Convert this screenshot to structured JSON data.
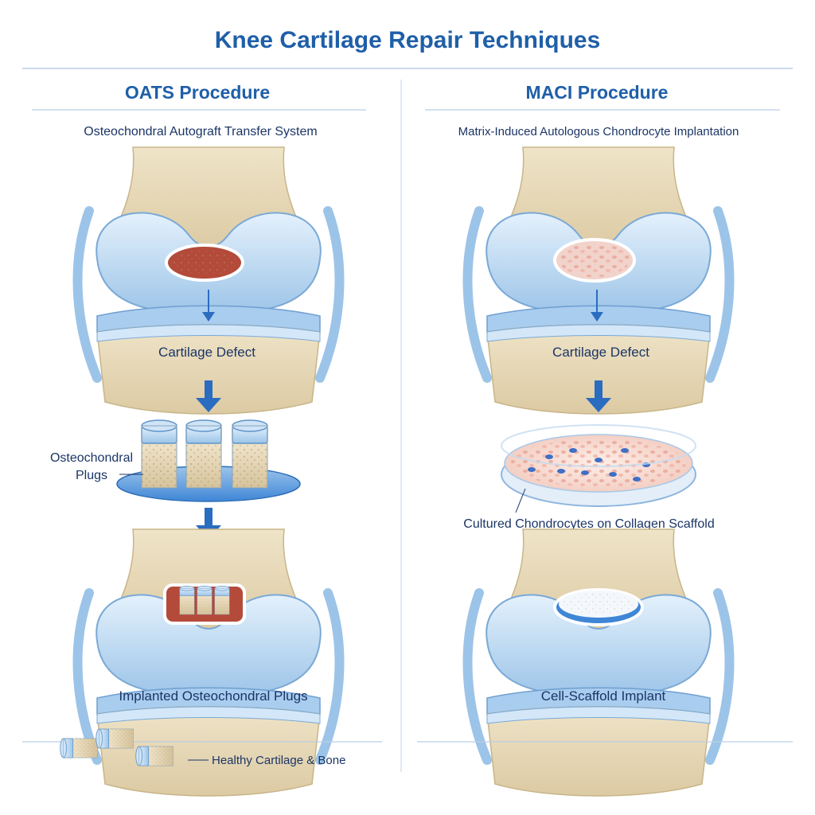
{
  "title": "Knee Cartilage Repair Techniques",
  "colors": {
    "title_blue": "#1f5fa8",
    "label_navy": "#1b3566",
    "cartilage_blue": "#bcd9f2",
    "bone_tan": "#e8dcc0",
    "defect_red": "#b44a3a",
    "arrow_blue": "#2a6cc0"
  },
  "left": {
    "heading": "OATS Procedure",
    "subheading": "Osteochondral Autograft Transfer System",
    "defect_label": "Cartilage Defect",
    "plugs_label_line1": "Osteochondral",
    "plugs_label_line2": "Plugs",
    "implant_label": "Implanted Osteochondral Plugs",
    "healthy_label": "Healthy Cartilage & Bone"
  },
  "right": {
    "heading": "MACI Procedure",
    "subheading": "Matrix-Induced Autologous Chondrocyte Implantation",
    "defect_label": "Cartilage Defect",
    "culture_label": "Cultured Chondrocytes on Collagen Scaffold",
    "implant_label": "Cell-Scaffold Implant"
  },
  "icons": [
    "knee-joint-illustration",
    "osteochondral-plug-icon",
    "petri-dish-icon",
    "down-arrow-icon"
  ]
}
